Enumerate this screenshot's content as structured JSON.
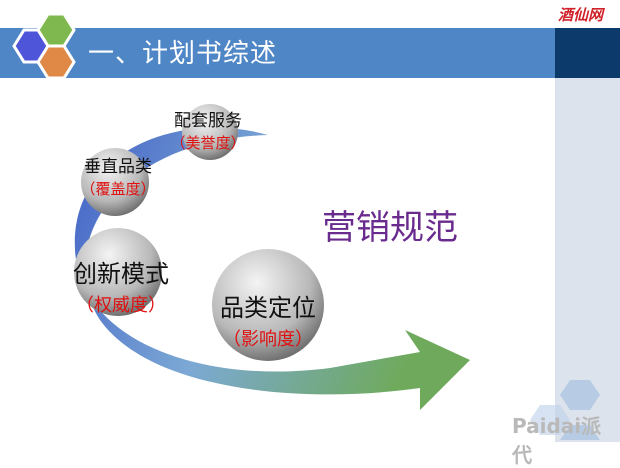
{
  "header": {
    "title": "一、计划书综述",
    "logo_text": "酒仙网"
  },
  "main": {
    "headline": "营销规范",
    "items": [
      {
        "label": "配套服务",
        "sub": "（美誉度）"
      },
      {
        "label": "垂直品类",
        "sub": "（覆盖度）"
      },
      {
        "label": "创新模式",
        "sub": "（权威度）"
      },
      {
        "label": "品类定位",
        "sub": "（影响度）"
      }
    ]
  },
  "watermark": "Paidai派代",
  "colors": {
    "bar": "#4f86c6",
    "navy": "#0b3a6b",
    "headline": "#6a2b8e",
    "sub": "#e01010"
  }
}
